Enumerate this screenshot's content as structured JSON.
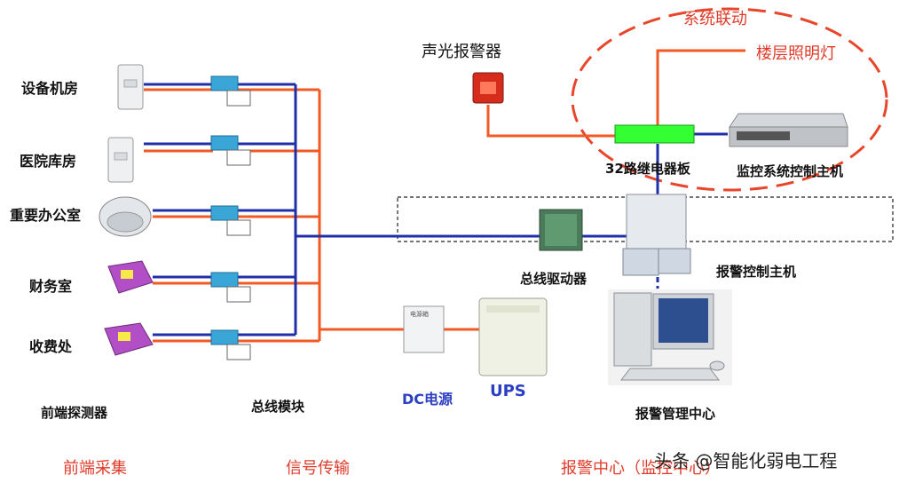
{
  "rooms": [
    "设备机房",
    "医院库房",
    "重要办公室",
    "财务室",
    "收费处"
  ],
  "labels": {
    "front_detector": "前端探测器",
    "bus_module": "总线模块",
    "dc_power": "DC电源",
    "ups": "UPS",
    "alarm_center": "报警管理中心",
    "bus_driver": "总线驱动器",
    "alarm_host": "报警控制主机",
    "relay_board": "32路继电器板",
    "monitor_host": "监控系统控制主机",
    "strobe": "声光报警器",
    "linkage": "系统联动",
    "floor_light": "楼层照明灯",
    "dc_box_text": "电源箱"
  },
  "sections": {
    "front": "前端采集",
    "signal": "信号传输",
    "center": "报警中心（监控中心）"
  },
  "watermark": "头条 @智能化弱电工程",
  "colors": {
    "blue_wire": "#1f2fa8",
    "red_wire": "#f15a24",
    "relay_green": "#33ff33",
    "section_red": "#e03b2a",
    "linkage_red": "#e8462a"
  }
}
